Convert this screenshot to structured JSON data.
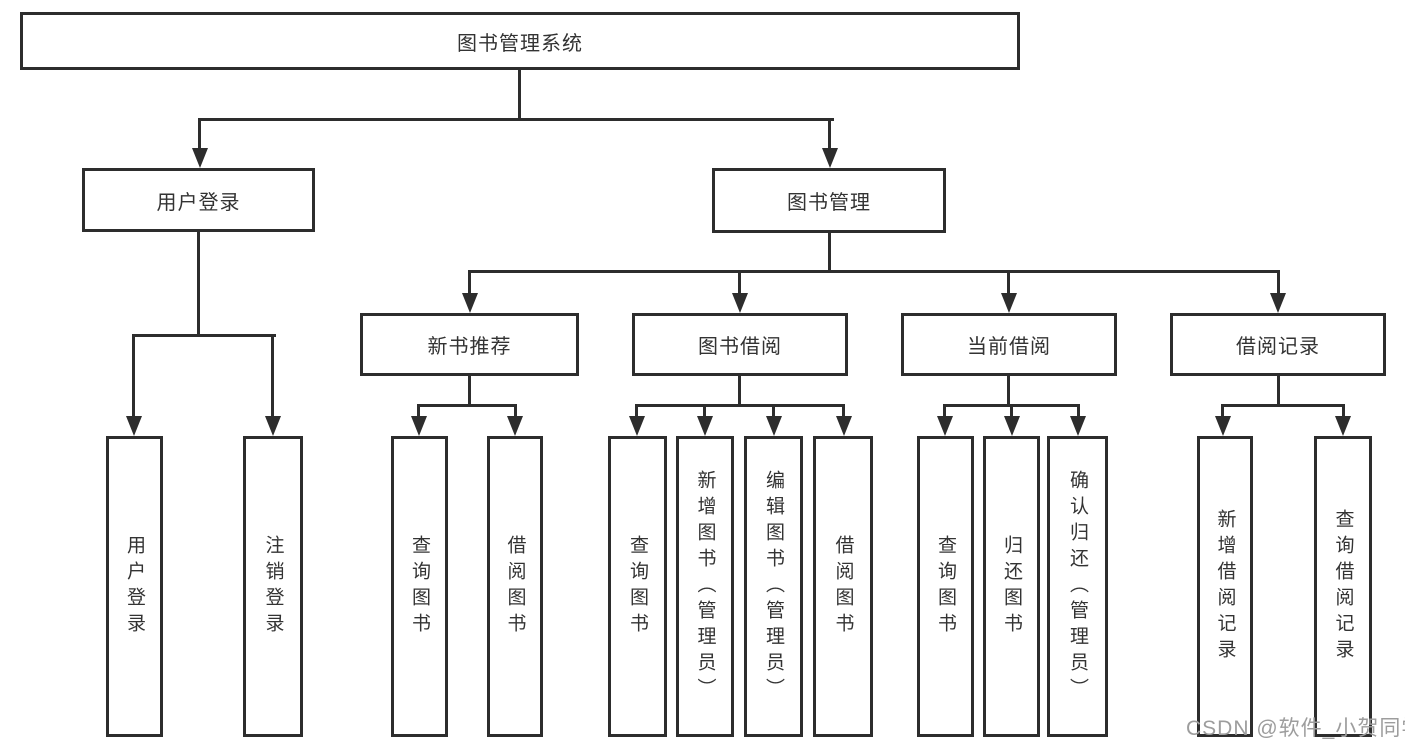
{
  "diagram": {
    "root": {
      "label": "图书管理系统"
    },
    "branches": {
      "user": {
        "label": "用户登录",
        "children": [
          {
            "label": "用户登录"
          },
          {
            "label": "注销登录"
          }
        ]
      },
      "mgmt": {
        "label": "图书管理",
        "modules": [
          {
            "label": "新书推荐",
            "children": [
              {
                "label": "查询图书"
              },
              {
                "label": "借阅图书"
              }
            ]
          },
          {
            "label": "图书借阅",
            "children": [
              {
                "label": "查询图书"
              },
              {
                "label": "新增图书（管理员）"
              },
              {
                "label": "编辑图书（管理员）"
              },
              {
                "label": "借阅图书"
              }
            ]
          },
          {
            "label": "当前借阅",
            "children": [
              {
                "label": "查询图书"
              },
              {
                "label": "归还图书"
              },
              {
                "label": "确认归还（管理员）"
              }
            ]
          },
          {
            "label": "借阅记录",
            "children": [
              {
                "label": "新增借阅记录"
              },
              {
                "label": "查询借阅记录"
              }
            ]
          }
        ]
      }
    }
  },
  "watermark": {
    "text": "CSDN @软件_小贺同学"
  },
  "colors": {
    "line": "#2d2d2d",
    "text": "#333333",
    "watermark": "#9d9d9d",
    "background": "#ffffff"
  }
}
